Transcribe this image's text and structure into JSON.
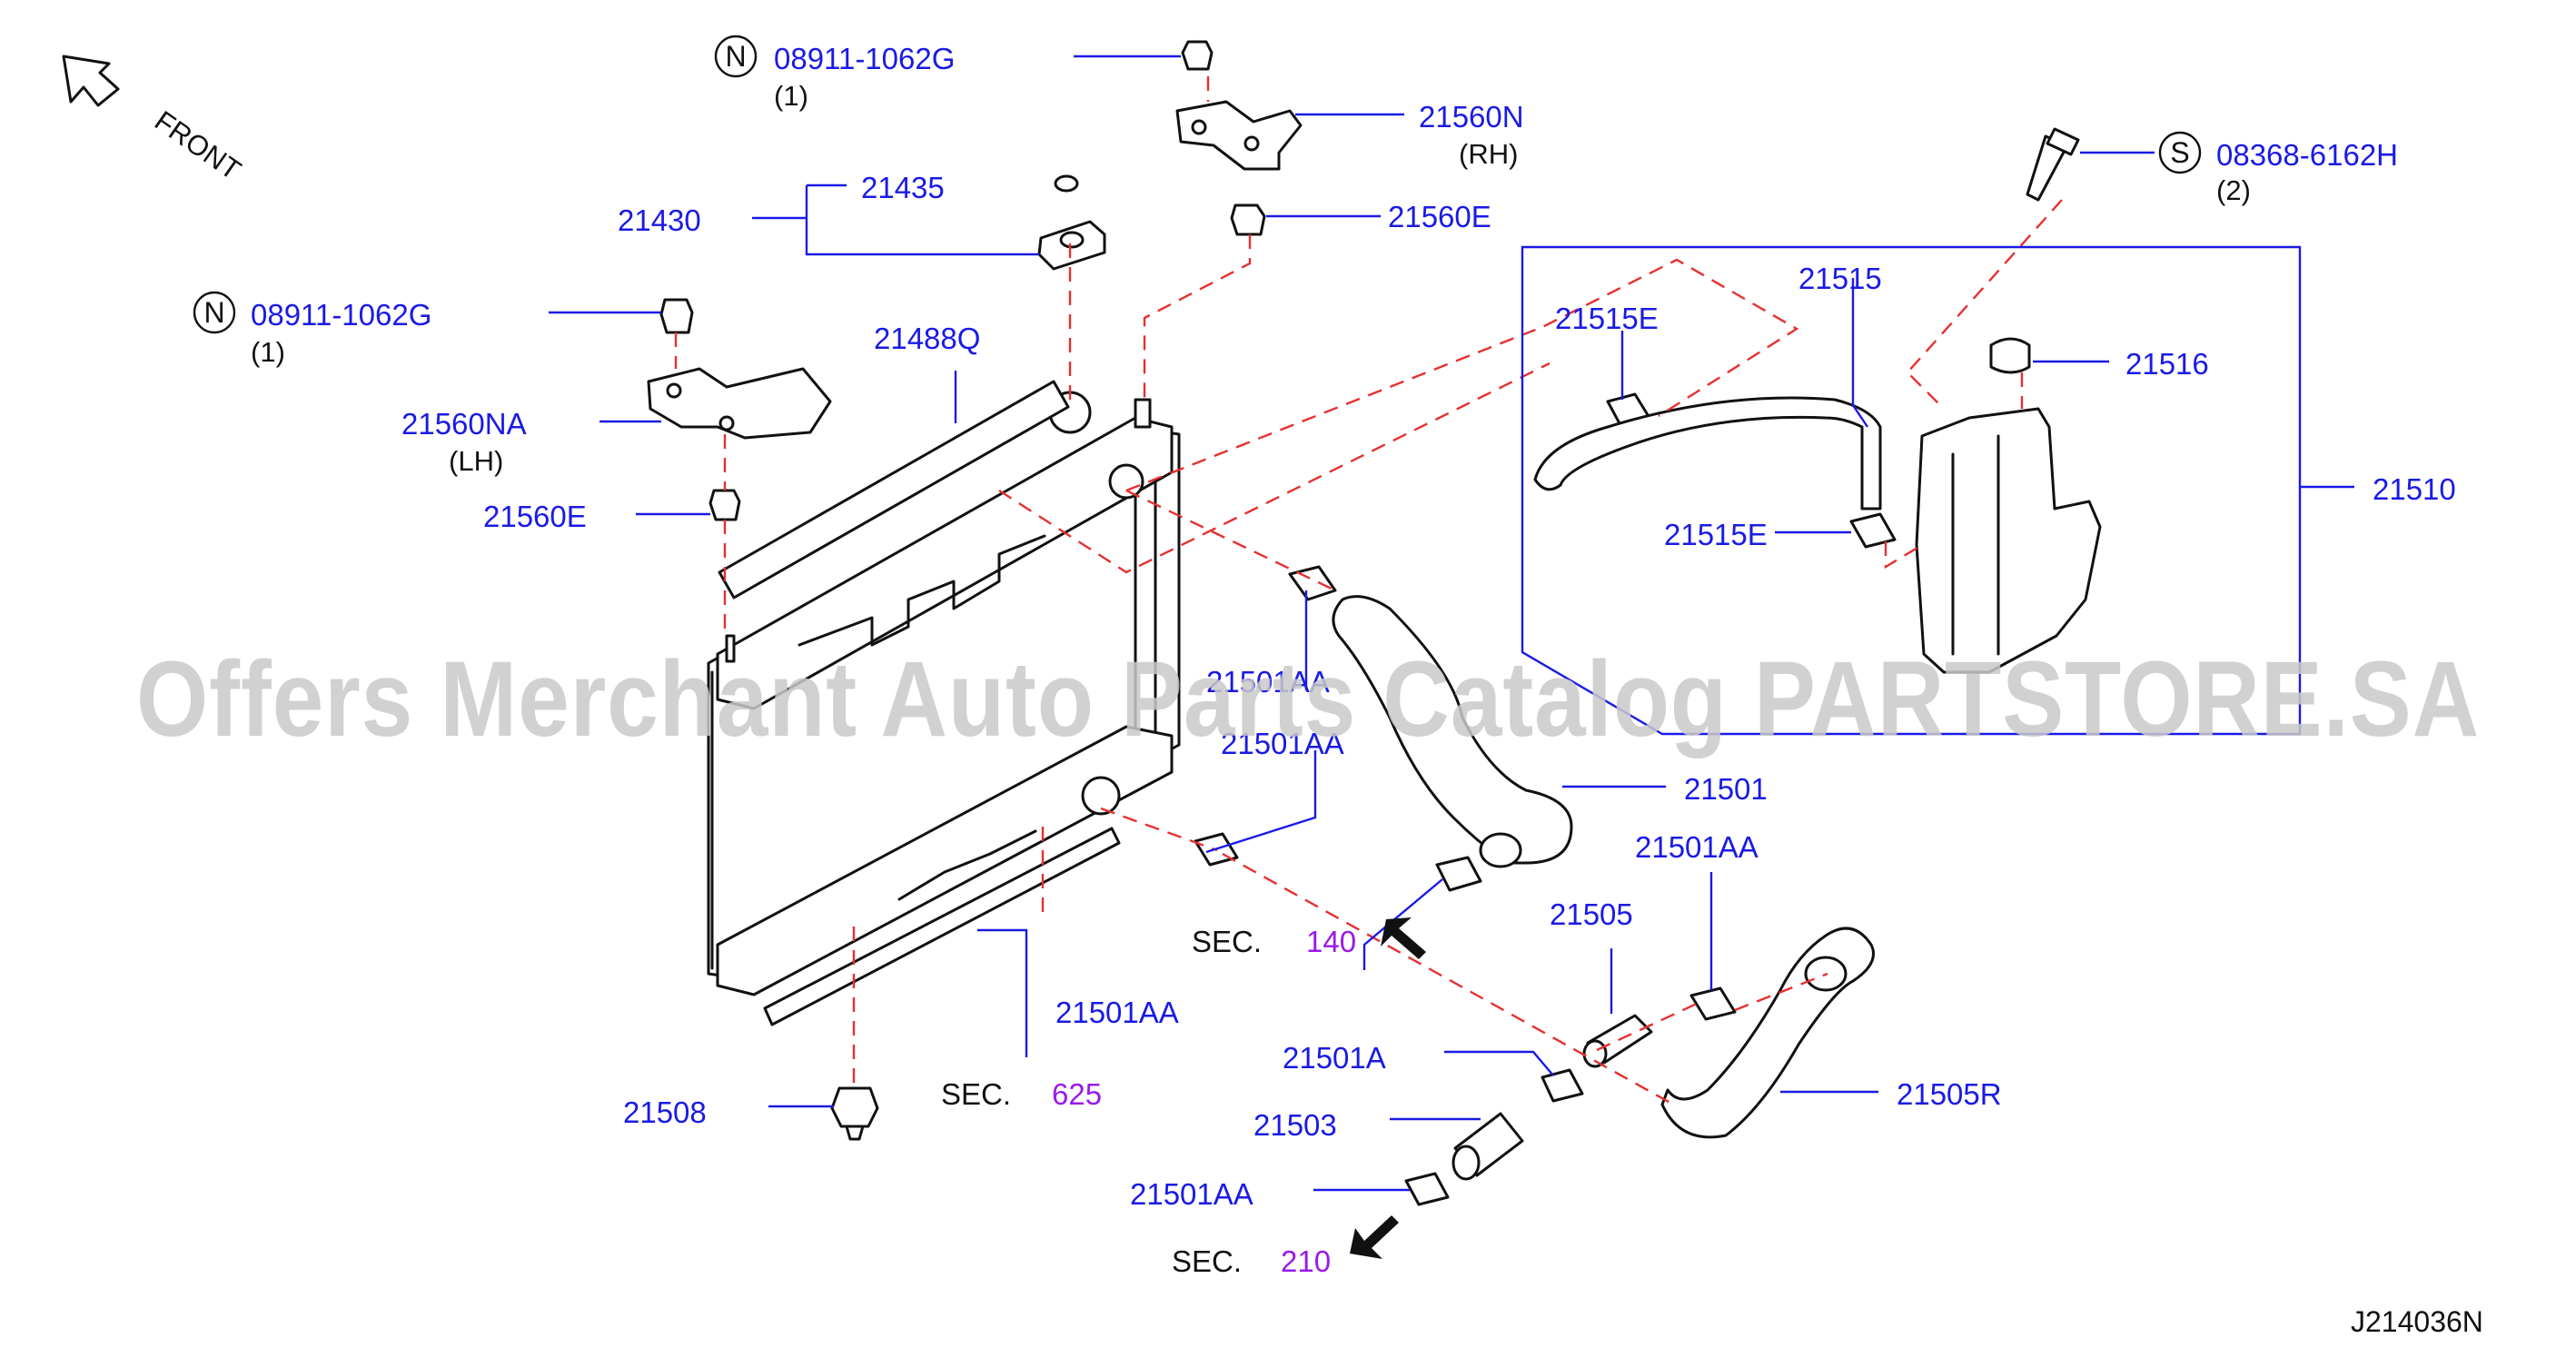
{
  "front_label": "FRONT",
  "parts": {
    "p_08911_top": "08911-1062G",
    "p_08911_top_qty": "(1)",
    "p_21560N": "21560N",
    "p_21560N_side": "(RH)",
    "p_21435": "21435",
    "p_21430": "21430",
    "p_21560E_top": "21560E",
    "p_08911_left": "08911-1062G",
    "p_08911_left_qty": "(1)",
    "p_21488Q": "21488Q",
    "p_21560NA": "21560NA",
    "p_21560NA_side": "(LH)",
    "p_21560E_left": "21560E",
    "p_08368": "08368-6162H",
    "p_08368_qty": "(2)",
    "p_21515": "21515",
    "p_21515E_a": "21515E",
    "p_21516": "21516",
    "p_21510": "21510",
    "p_21515E_b": "21515E",
    "p_21501AA_a": "21501AA",
    "p_21501AA_b": "21501AA",
    "p_21501": "21501",
    "p_21501AA_c": "21501AA",
    "p_21505": "21505",
    "p_21501AA_d": "21501AA",
    "p_21501A": "21501A",
    "p_21505R": "21505R",
    "p_21503": "21503",
    "p_21501AA_e": "21501AA",
    "p_21508": "21508"
  },
  "circle_codes": {
    "n1": "N",
    "n2": "N",
    "s1": "S"
  },
  "sections": {
    "sec_140_label": "SEC.",
    "sec_140_num": "140",
    "sec_625_label": "SEC.",
    "sec_625_num": "625",
    "sec_210_label": "SEC.",
    "sec_210_num": "210"
  },
  "watermark": "Offers Merchant Auto Parts Catalog PARTSTORE.SA",
  "diagram_ref": "J214036N",
  "colors": {
    "part_number": "#1a1ae6",
    "section_number": "#9a1ae6",
    "dashed_line": "#e53030",
    "line_art": "#111111",
    "watermark": "#c9c9c9"
  }
}
